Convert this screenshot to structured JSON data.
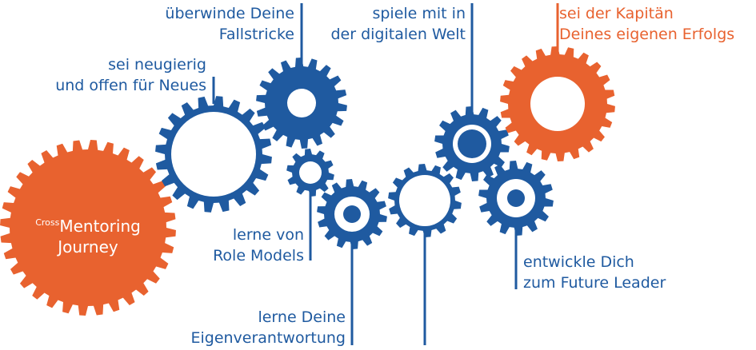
{
  "colors": {
    "blue": "#1f5aa0",
    "orange": "#e8622f",
    "white": "#ffffff"
  },
  "center": {
    "prefix": "Cross",
    "line1": "Mentoring",
    "line2": "Journey"
  },
  "labels": {
    "fallstricke": [
      "überwinde Deine",
      "Fallstricke"
    ],
    "digital": [
      "spiele mit in",
      "der digitalen Welt"
    ],
    "kapitaen": [
      "sei der Kapitän",
      "Deines eigenen Erfolgs"
    ],
    "neugierig": [
      "sei neugierig",
      "und offen für Neues"
    ],
    "role_models": [
      "lerne von",
      "Role Models"
    ],
    "eigenverantwortung": [
      "lerne Deine",
      "Eigenverantwortung"
    ],
    "future_leader": [
      "entwickle Dich",
      "zum Future Leader"
    ]
  }
}
